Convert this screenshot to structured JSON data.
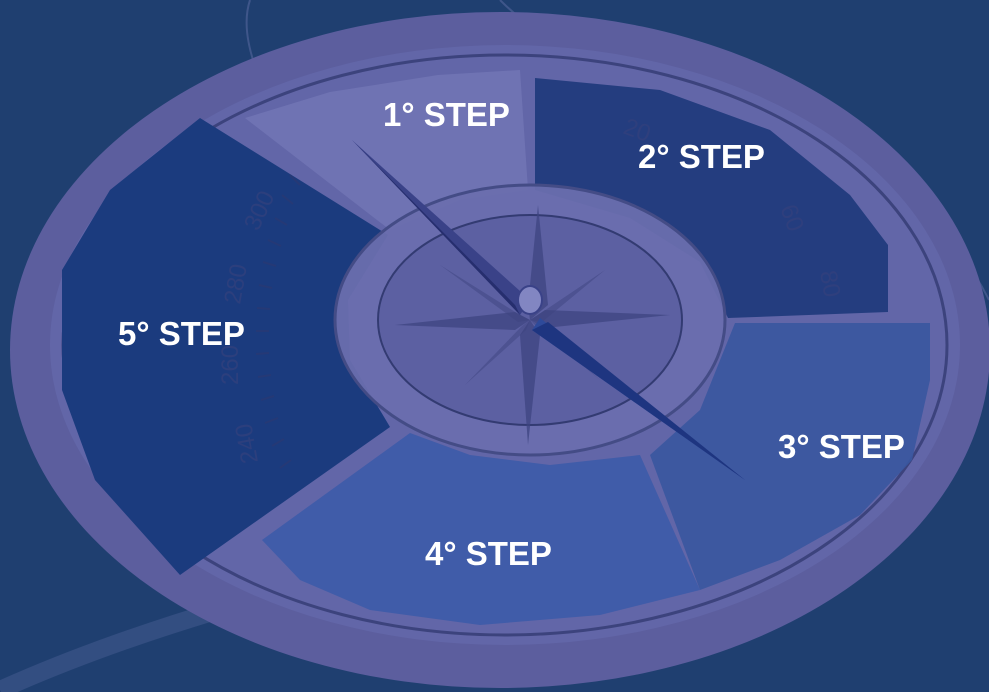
{
  "colors": {
    "background": "#1f3f70",
    "dial_face": "#5c5e9e",
    "segment_dark": "#1e3a7c",
    "segment_mid": "#3a57a0",
    "segment_light": "#6266a8",
    "label": "#ffffff"
  },
  "steps": [
    {
      "label": "1° STEP"
    },
    {
      "label": "2° STEP"
    },
    {
      "label": "3° STEP"
    },
    {
      "label": "4° STEP"
    },
    {
      "label": "5° STEP"
    }
  ],
  "dial": {
    "numbers": [
      "300",
      "280",
      "260",
      "240",
      "20",
      "60",
      "80"
    ]
  }
}
